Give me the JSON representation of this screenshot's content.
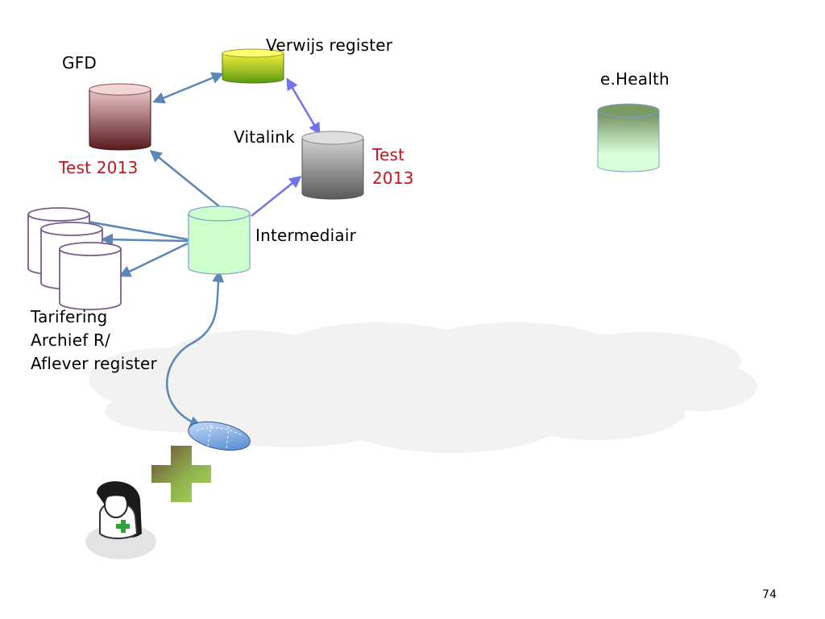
{
  "slide": {
    "page_number": "74",
    "nodes": {
      "gfd": {
        "label": "GFD",
        "status": "Test 2013"
      },
      "verwijs": {
        "label": "Verwijs register"
      },
      "vitalink": {
        "label": "Vitalink",
        "status": "Test\n2013"
      },
      "ehealth": {
        "label": "e.Health"
      },
      "intermediair": {
        "label": "Intermediair"
      },
      "archives": {
        "label": "Tarifering\nArchief R/\nAflever register"
      }
    }
  },
  "colors": {
    "gfd_top": "#ebc7c7",
    "gfd_bottom": "#5a1a1e",
    "verwijs_top": "#f4f03a",
    "verwijs_bottom": "#5c9a12",
    "vitalink_top": "#d4d4d4",
    "vitalink_bottom": "#5a5a5a",
    "ehealth_top": "#6e8a5a",
    "ehealth_bottom": "#d8ffd8",
    "intermediair_fill": "#ccffcc",
    "intermediair_border": "#7aa0cc",
    "archive_border": "#7a5c8c",
    "arrow_blue": "#5a86b8",
    "arrow_violet": "#7272f0",
    "cloud": "#f2f2f2",
    "status_red": "#c0141c"
  },
  "icons": [
    "pharmacist-icon",
    "green-cross-icon",
    "network-disc-icon",
    "cloud-shape"
  ]
}
